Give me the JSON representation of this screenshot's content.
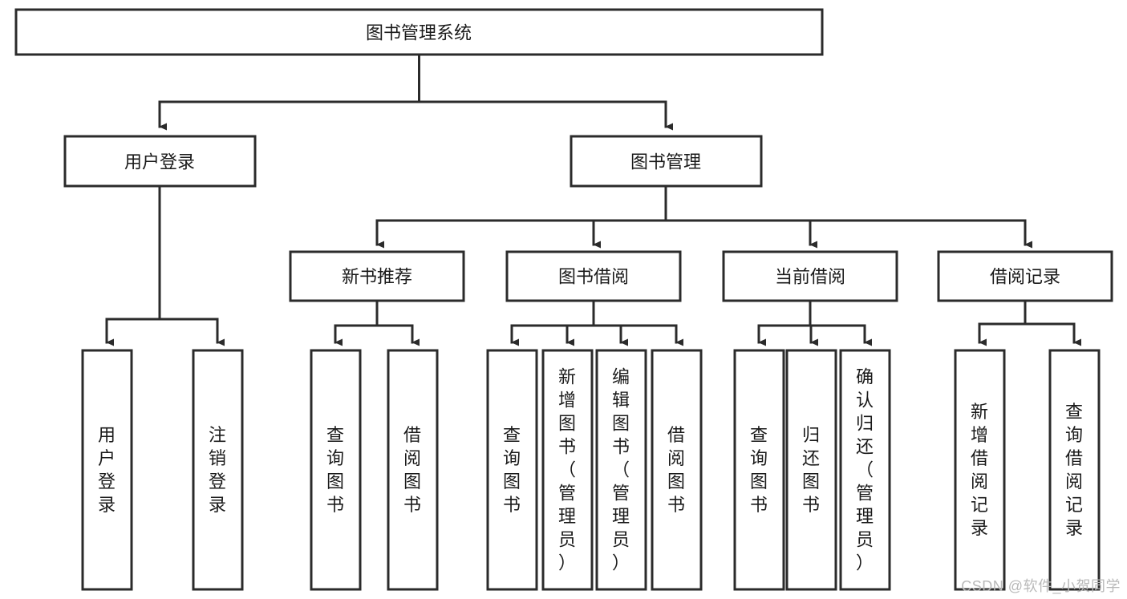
{
  "diagram": {
    "type": "tree-hierarchy-chart",
    "title": "图书管理系统",
    "orientation": "top-down",
    "colors": {
      "box_fill": "#ffffff",
      "box_stroke": "#2b2b2b",
      "connector": "#2b2b2b",
      "text": "#1a1a1a",
      "watermark": "#b9b9b9",
      "background": "#ffffff"
    },
    "levels": [
      {
        "level": 1,
        "nodes": [
          {
            "id": "root",
            "label": "图书管理系统",
            "orient": "horizontal"
          }
        ]
      },
      {
        "level": 2,
        "nodes": [
          {
            "id": "user-login",
            "label": "用户登录",
            "orient": "horizontal",
            "parent": "root"
          },
          {
            "id": "book-manage",
            "label": "图书管理",
            "orient": "horizontal",
            "parent": "root"
          }
        ]
      },
      {
        "level": 3,
        "nodes": [
          {
            "id": "new-book-rec",
            "label": "新书推荐",
            "orient": "horizontal",
            "parent": "book-manage"
          },
          {
            "id": "book-borrow",
            "label": "图书借阅",
            "orient": "horizontal",
            "parent": "book-manage"
          },
          {
            "id": "current-borrow",
            "label": "当前借阅",
            "orient": "horizontal",
            "parent": "book-manage"
          },
          {
            "id": "borrow-record",
            "label": "借阅记录",
            "orient": "horizontal",
            "parent": "book-manage"
          }
        ]
      },
      {
        "level": 4,
        "nodes": [
          {
            "id": "leaf-user-login",
            "label": "用户登录",
            "orient": "vertical",
            "parent": "user-login"
          },
          {
            "id": "leaf-logout",
            "label": "注销登录",
            "orient": "vertical",
            "parent": "user-login"
          },
          {
            "id": "leaf-query-book-1",
            "label": "查询图书",
            "orient": "vertical",
            "parent": "new-book-rec"
          },
          {
            "id": "leaf-borrow-book-1",
            "label": "借阅图书",
            "orient": "vertical",
            "parent": "new-book-rec"
          },
          {
            "id": "leaf-query-book-2",
            "label": "查询图书",
            "orient": "vertical",
            "parent": "book-borrow"
          },
          {
            "id": "leaf-add-book",
            "label": "新增图书（管理员）",
            "orient": "vertical",
            "parent": "book-borrow"
          },
          {
            "id": "leaf-edit-book",
            "label": "编辑图书（管理员）",
            "orient": "vertical",
            "parent": "book-borrow"
          },
          {
            "id": "leaf-borrow-book-2",
            "label": "借阅图书",
            "orient": "vertical",
            "parent": "book-borrow"
          },
          {
            "id": "leaf-query-book-3",
            "label": "查询图书",
            "orient": "vertical",
            "parent": "current-borrow"
          },
          {
            "id": "leaf-return-book",
            "label": "归还图书",
            "orient": "vertical",
            "parent": "current-borrow"
          },
          {
            "id": "leaf-confirm-return",
            "label": "确认归还（管理员）",
            "orient": "vertical",
            "parent": "current-borrow"
          },
          {
            "id": "leaf-add-record",
            "label": "新增借阅记录",
            "orient": "vertical",
            "parent": "borrow-record"
          },
          {
            "id": "leaf-query-record",
            "label": "查询借阅记录",
            "orient": "vertical",
            "parent": "borrow-record"
          }
        ]
      }
    ]
  },
  "watermark": {
    "text": "CSDN @软件_小贺同学"
  }
}
